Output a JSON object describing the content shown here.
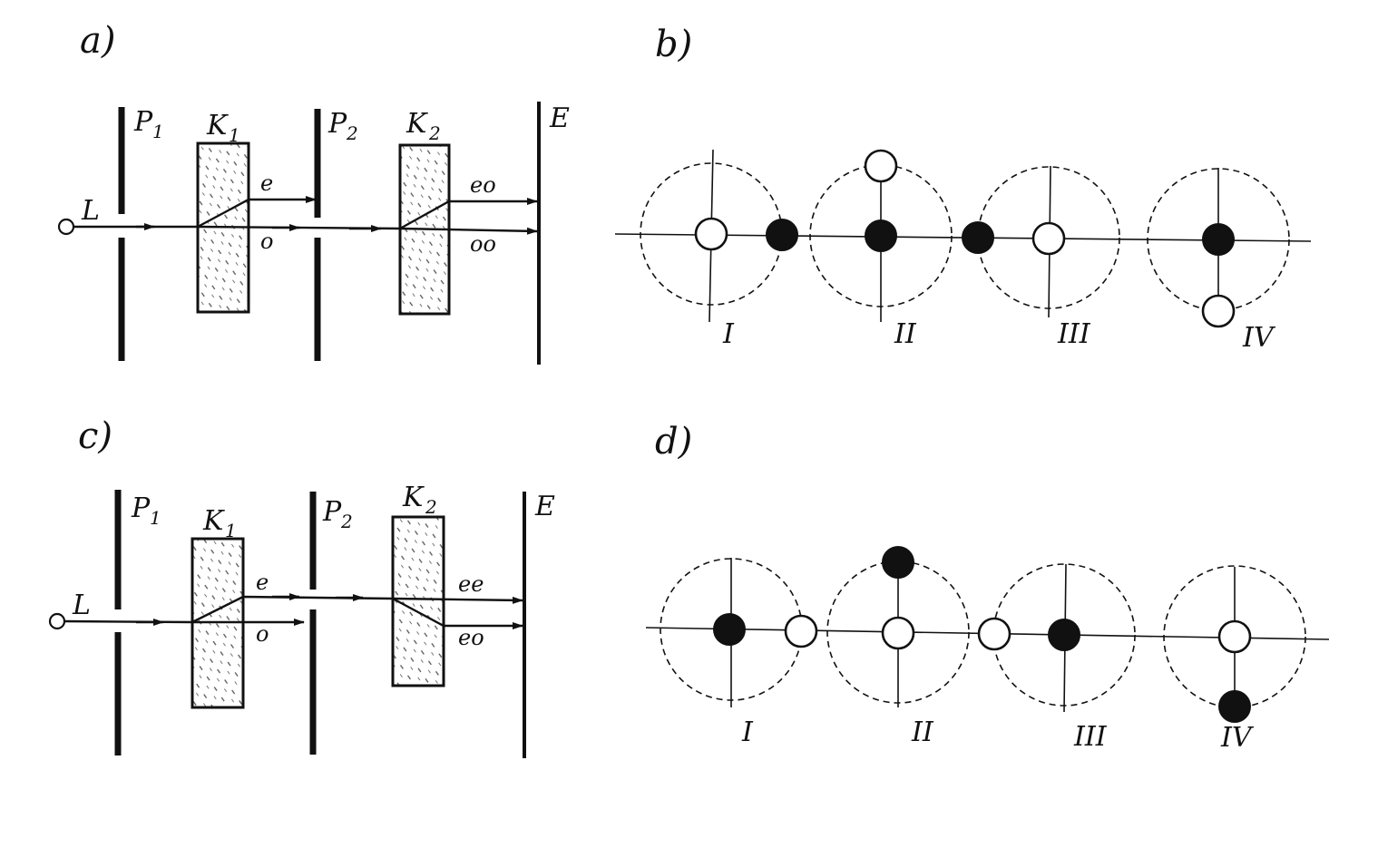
{
  "panels": {
    "a": {
      "label": "a)",
      "source": "L",
      "polarizer1": "P",
      "polarizer1_sub": "1",
      "crystal1": "K",
      "crystal1_sub": "1",
      "polarizer2": "P",
      "polarizer2_sub": "2",
      "crystal2": "K",
      "crystal2_sub": "2",
      "screen": "E",
      "ray_e": "e",
      "ray_o": "o",
      "ray_eo": "eo",
      "ray_oo": "oo"
    },
    "b": {
      "label": "b)",
      "numerals": [
        "I",
        "II",
        "III",
        "IV"
      ]
    },
    "c": {
      "label": "c)",
      "source": "L",
      "polarizer1": "P",
      "polarizer1_sub": "1",
      "crystal1": "K",
      "crystal1_sub": "1",
      "polarizer2": "P",
      "polarizer2_sub": "2",
      "crystal2": "K",
      "crystal2_sub": "2",
      "screen": "E",
      "ray_e": "e",
      "ray_o": "o",
      "ray_ee": "ee",
      "ray_eo": "eo"
    },
    "d": {
      "label": "d)",
      "numerals": [
        "I",
        "II",
        "III",
        "IV"
      ]
    }
  }
}
